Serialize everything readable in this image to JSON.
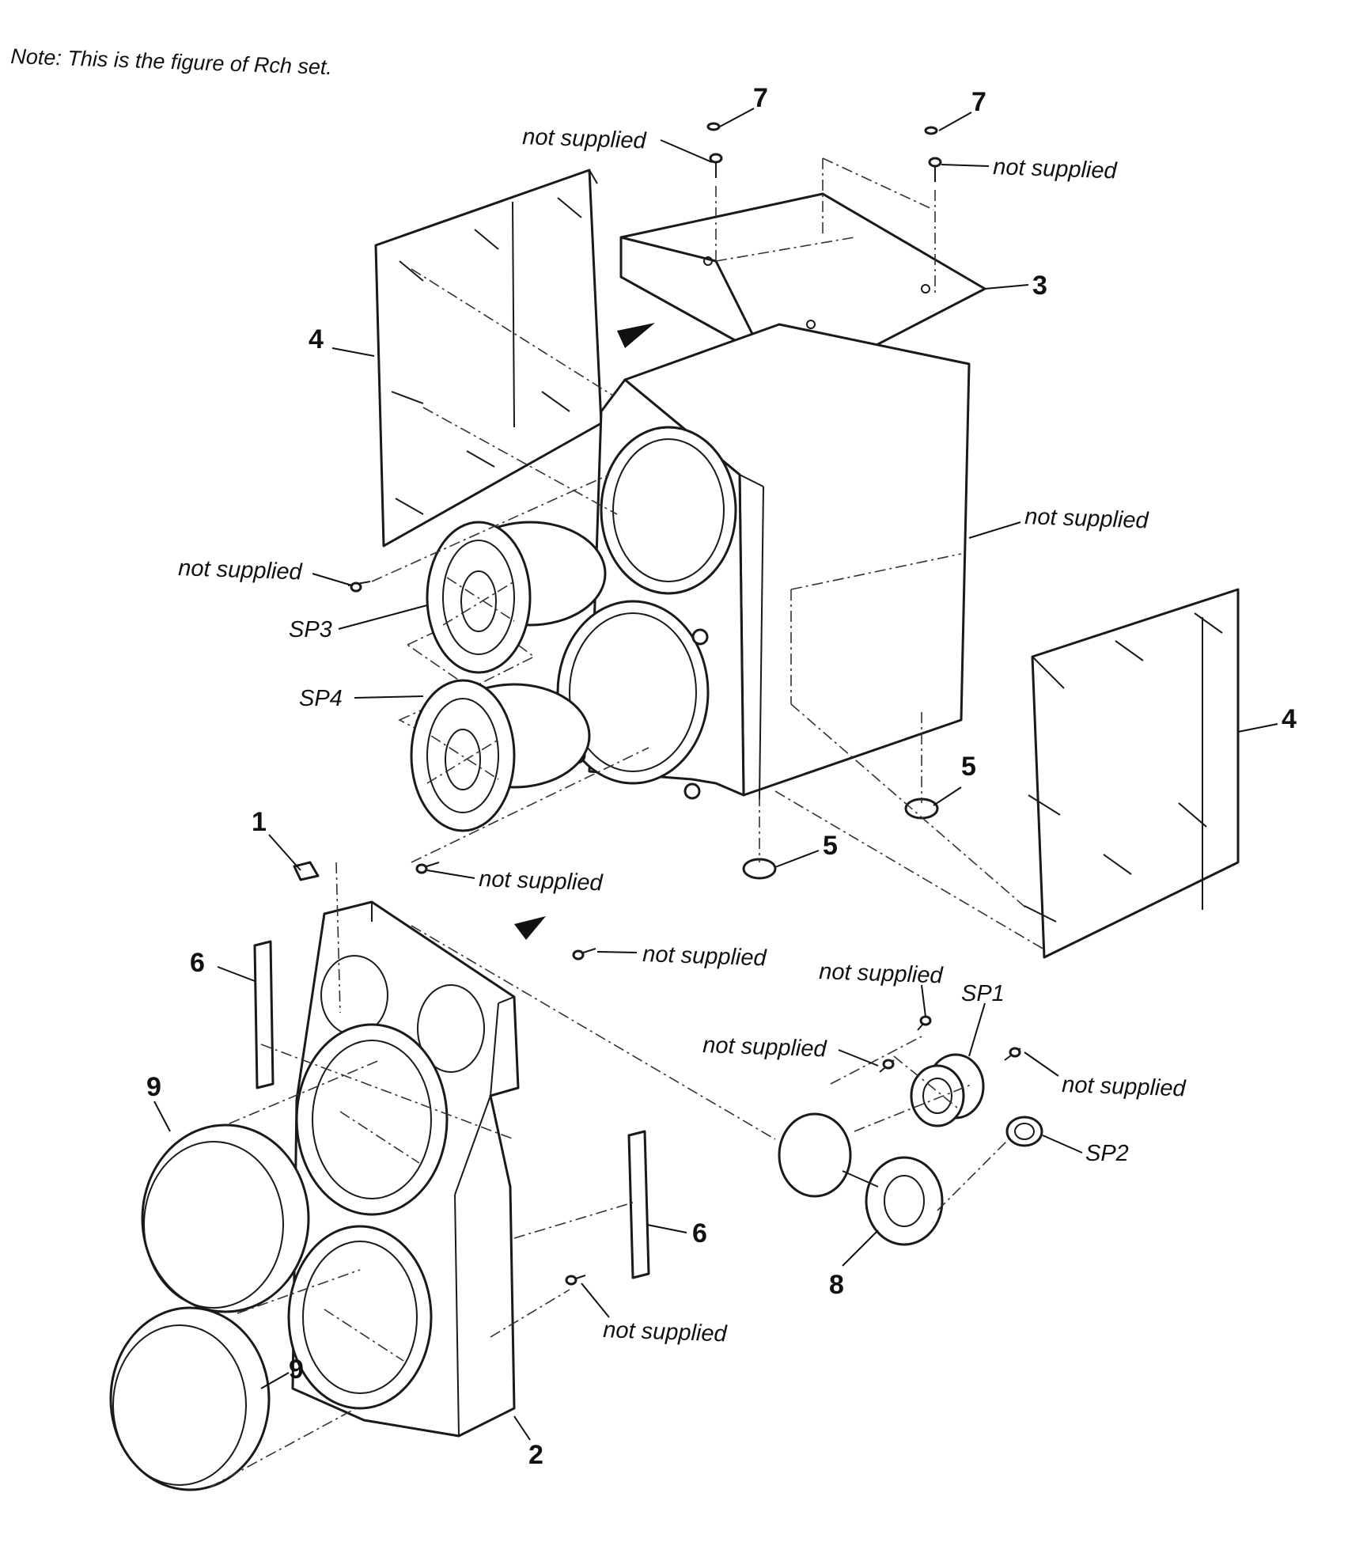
{
  "note": "Note: This is the figure of Rch set.",
  "labels": {
    "not_supplied": "not supplied",
    "p1": "1",
    "p2": "2",
    "p3": "3",
    "p4": "4",
    "p5": "5",
    "p6": "6",
    "p7": "7",
    "p8": "8",
    "p9": "9",
    "sp1": "SP1",
    "sp2": "SP2",
    "sp3": "SP3",
    "sp4": "SP4"
  }
}
